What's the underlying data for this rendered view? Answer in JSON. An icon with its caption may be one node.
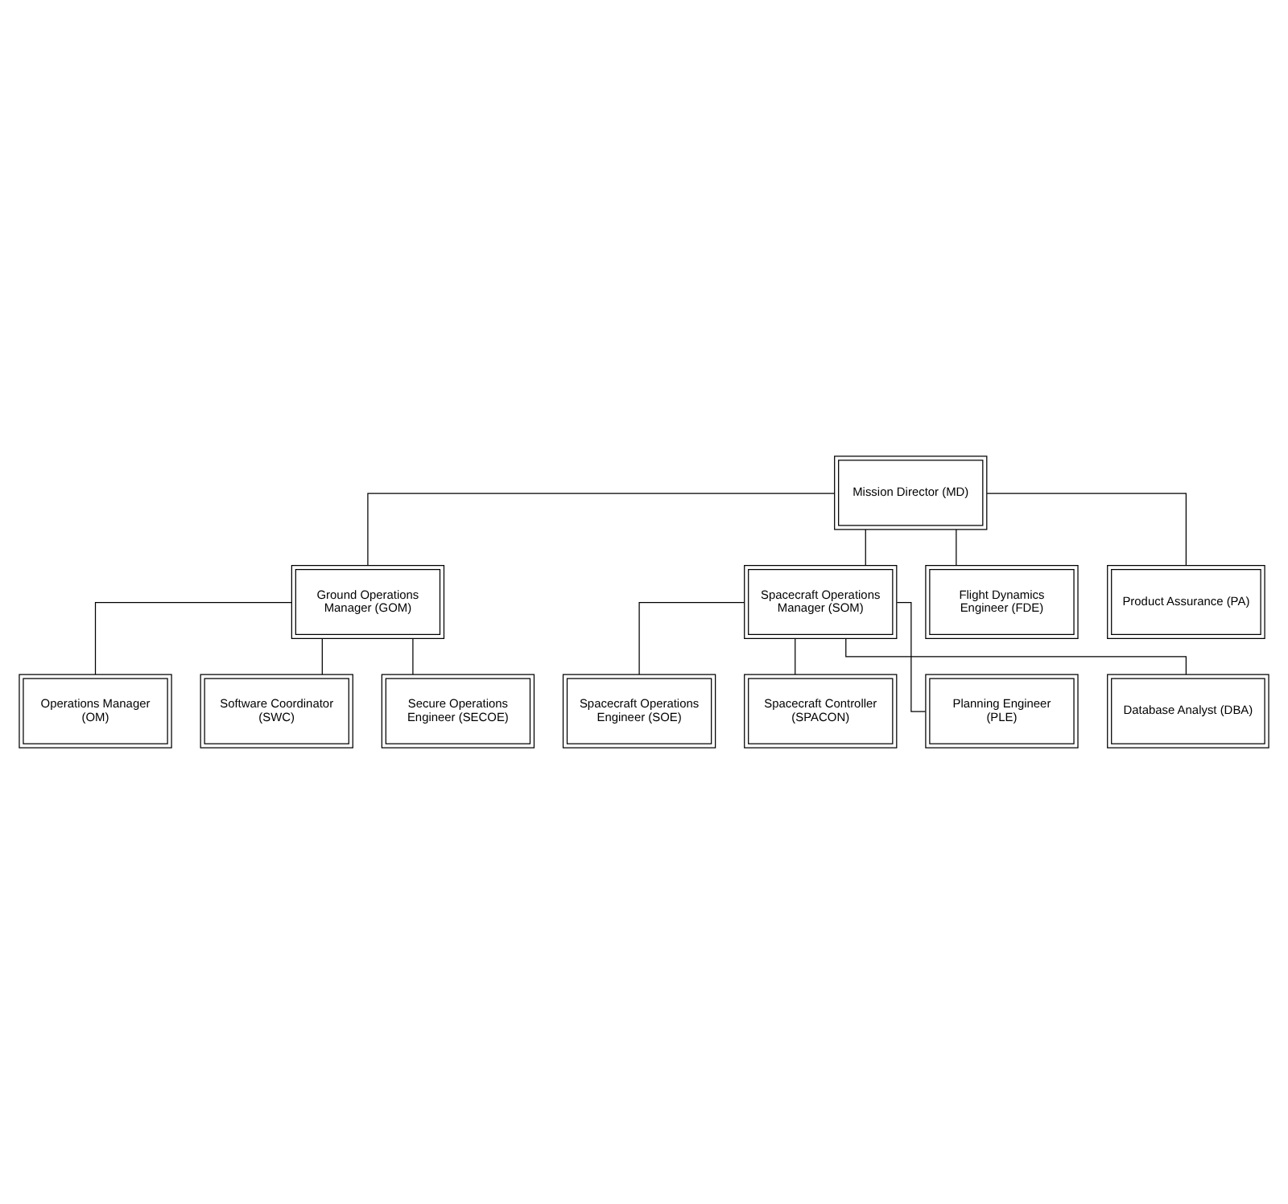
{
  "diagram": {
    "nodes": [
      {
        "text": [
          "Mission Director (MD)"
        ]
      },
      {
        "text": [
          "Ground Operations Manager (GOM)"
        ]
      },
      {
        "text": [
          "Spacecraft Operations Manager (SOM)"
        ]
      },
      {
        "text": [
          "Flight Dynamics Engineer (FDE)"
        ]
      },
      {
        "text": [
          "Operations Manager (OM)"
        ]
      },
      {
        "text": [
          "Spacecraft Operations Engineer (SOE)"
        ]
      },
      {
        "text": [
          "Product Assurance (PA)"
        ]
      },
      {
        "text": [
          "Software Coordinator (SWC)"
        ]
      },
      {
        "text": [
          "Spacecraft Controller (SPACON)"
        ]
      },
      {
        "text": [
          "Planning Engineer (PLE)"
        ]
      },
      {
        "text": [
          "Secure Operations Engineer (SECOE)"
        ]
      },
      {
        "text": [
          "Database Analyst (DBA)"
        ]
      }
    ],
    "edges": [
      {
        "from": 0,
        "to": 1,
        "arrow": "none"
      },
      {
        "from": 0,
        "to": 2,
        "arrow": "none"
      },
      {
        "from": 0,
        "to": 3,
        "arrow": "none"
      },
      {
        "from": 0,
        "to": 6,
        "arrow": "none"
      },
      {
        "from": 1,
        "to": 4,
        "arrow": "none"
      },
      {
        "from": 1,
        "to": 7,
        "arrow": "none"
      },
      {
        "from": 1,
        "to": 10,
        "arrow": "none"
      },
      {
        "from": 2,
        "to": 5,
        "arrow": "none"
      },
      {
        "from": 2,
        "to": 8,
        "arrow": "none"
      },
      {
        "from": 2,
        "to": 11,
        "arrow": "none"
      },
      {
        "from": 2,
        "to": 9,
        "arrow": "none"
      }
    ]
  }
}
